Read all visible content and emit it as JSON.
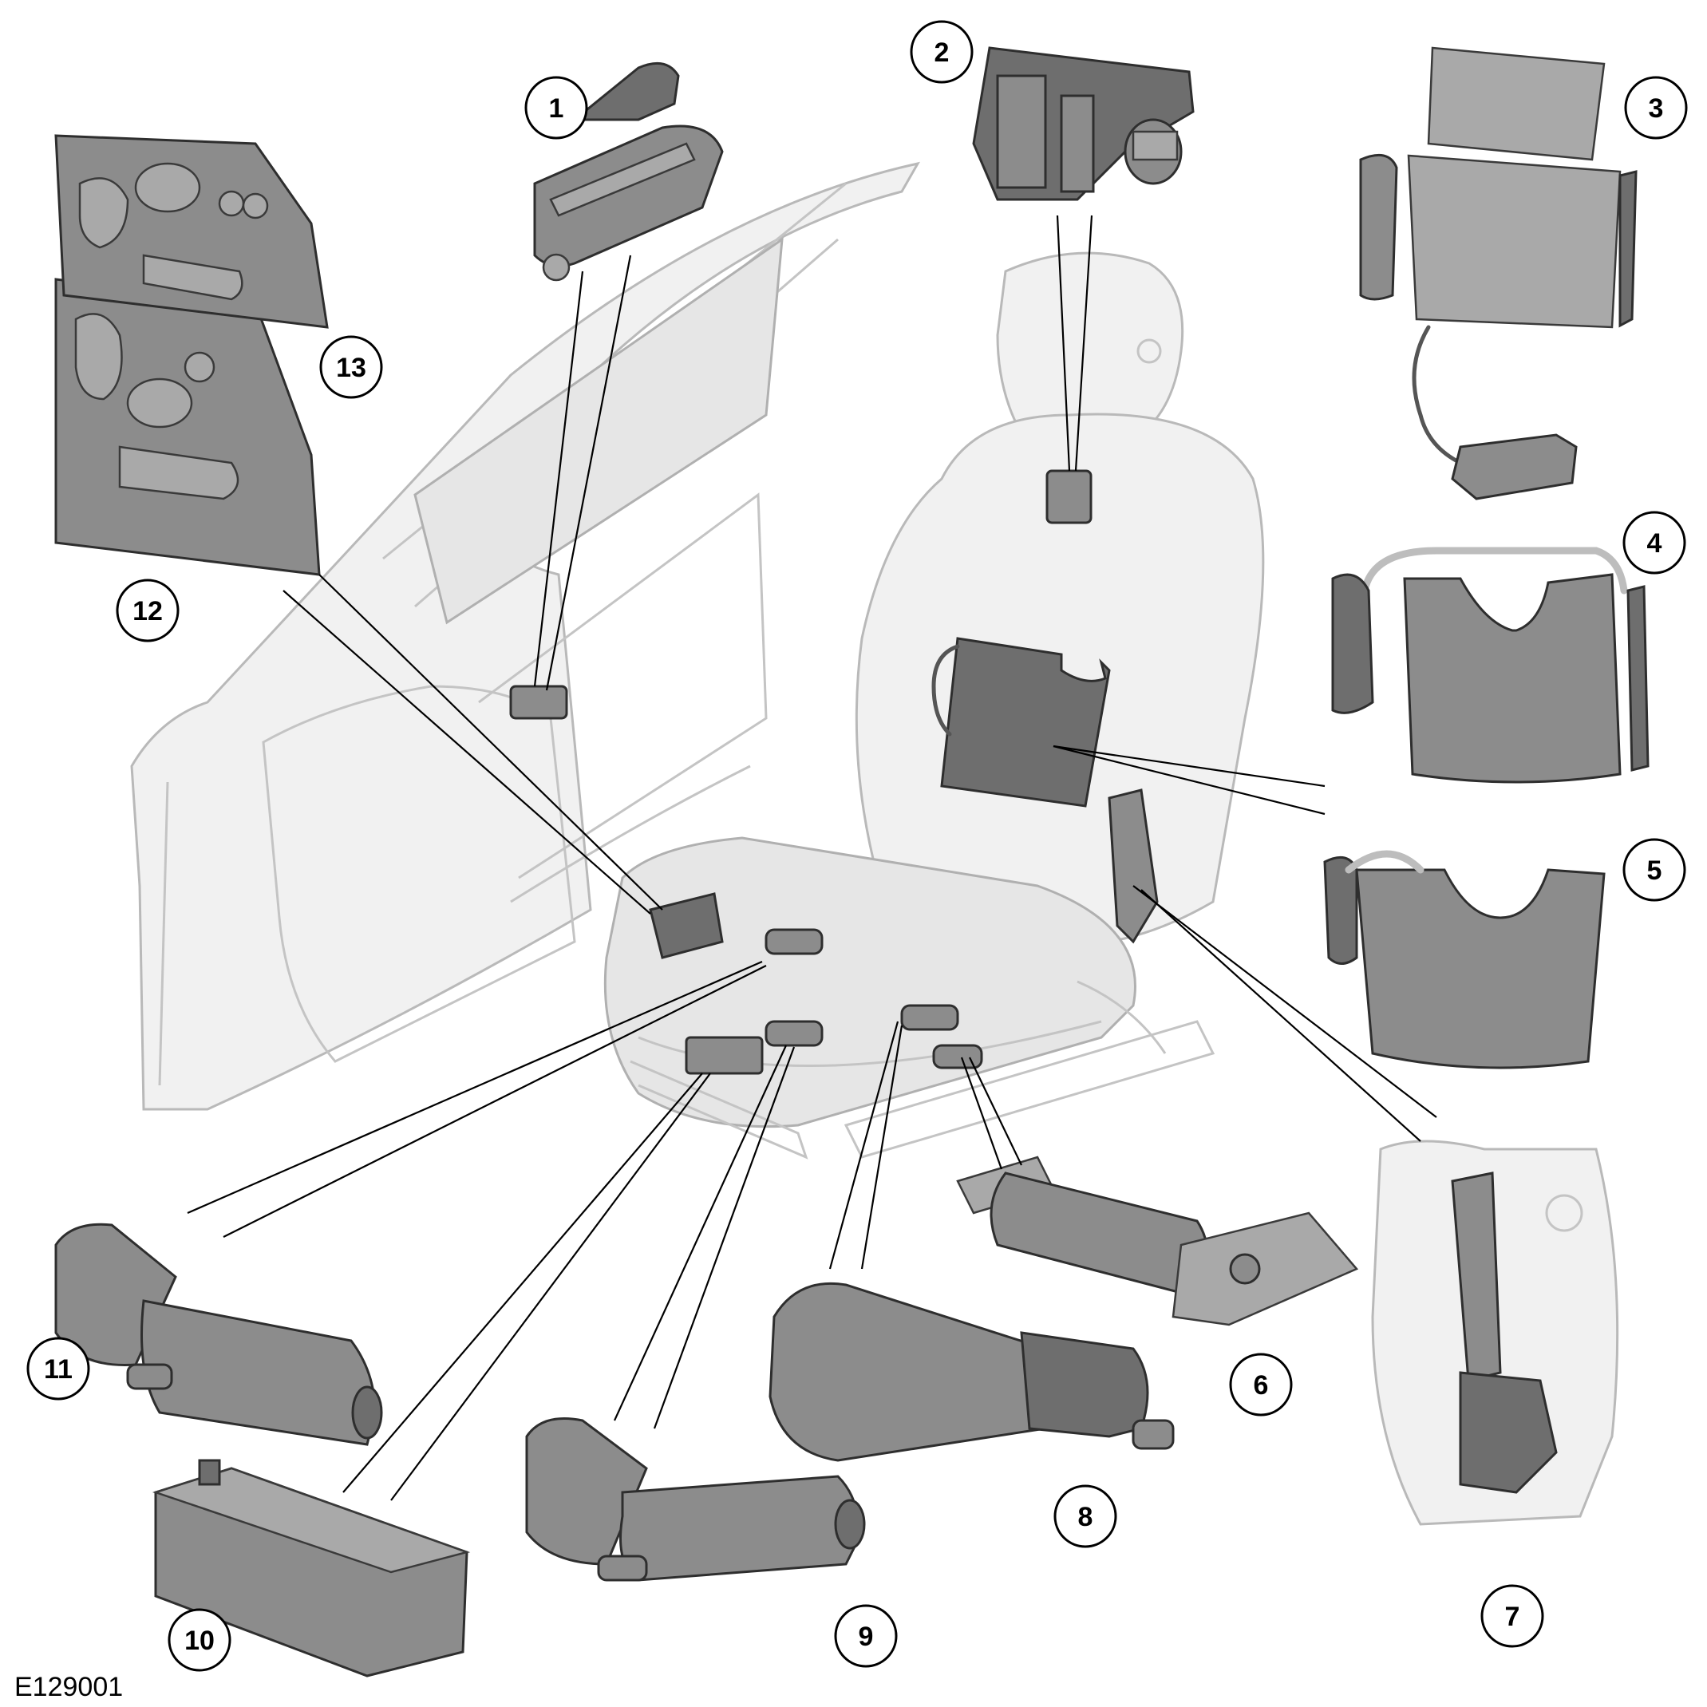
{
  "figure_code": "E129001",
  "callouts": {
    "c1": "1",
    "c2": "2",
    "c3": "3",
    "c4": "4",
    "c5": "5",
    "c6": "6",
    "c7": "7",
    "c8": "8",
    "c9": "9",
    "c10": "10",
    "c11": "11",
    "c12": "12",
    "c13": "13"
  },
  "colors": {
    "component_fill": "#8c8c8c",
    "component_dark": "#6e6e6e",
    "context_fill": "#f1f1f1",
    "callout_stroke": "#000000"
  }
}
